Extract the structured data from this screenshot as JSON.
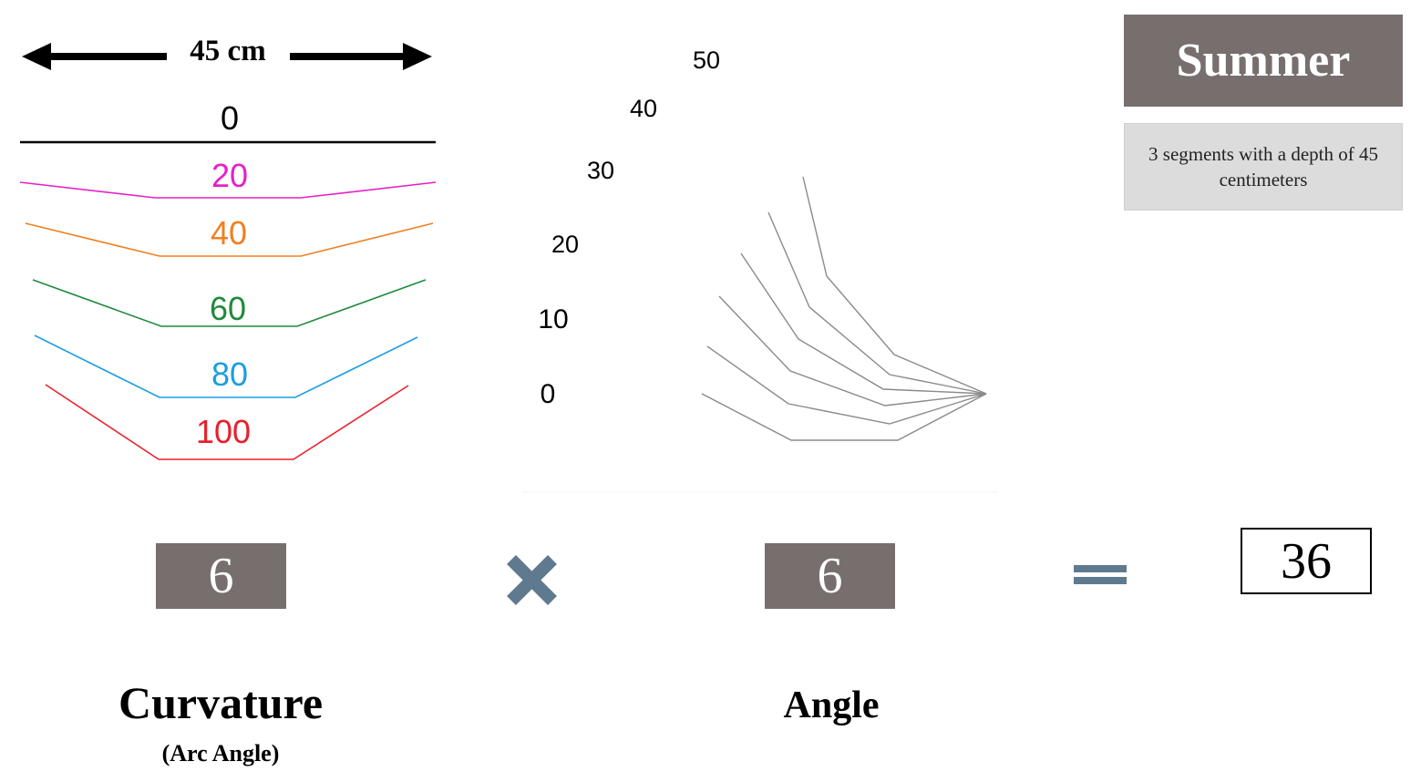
{
  "width_label": "45 cm",
  "curvature_profiles": [
    {
      "label": "0",
      "color": "#000000"
    },
    {
      "label": "20",
      "color": "#e620c8"
    },
    {
      "label": "40",
      "color": "#f08020"
    },
    {
      "label": "60",
      "color": "#1e8a3c"
    },
    {
      "label": "80",
      "color": "#1a9ee0"
    },
    {
      "label": "100",
      "color": "#e8202a"
    }
  ],
  "angle_labels": [
    "0",
    "10",
    "20",
    "30",
    "40",
    "50"
  ],
  "season": "Summer",
  "description": "3 segments with a depth of 45 centimeters",
  "curvature_value": "6",
  "angle_value": "6",
  "result_value": "36",
  "operator_color": "#5f7a8f",
  "box_color": "#776f6e",
  "curvature_caption": "Curvature",
  "curvature_subcaption": "(Arc Angle)",
  "angle_caption": "Angle"
}
